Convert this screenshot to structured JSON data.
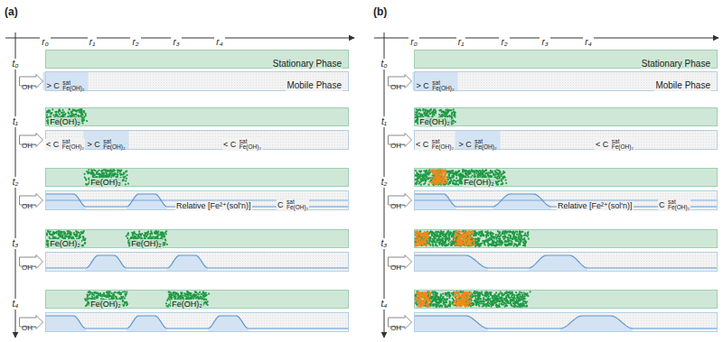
{
  "diagram": {
    "nodes": [
      {
        "text": [
          "Stationary Phase"
        ]
      },
      {
        "text": [
          "OH⁻"
        ]
      },
      {
        "text": [
          "Mobile Phase"
        ]
      },
      {
        "text": [
          "> C sat Fe(OH)₂"
        ],
        "in": 2
      },
      {
        "text": [
          "Fe(OH)₂"
        ]
      },
      {
        "text": [
          "OH⁻"
        ]
      },
      {
        "text": [
          "< C sat Fe(OH)₂",
          "< C sat Fe(OH)₂"
        ]
      },
      {
        "text": [
          "> C sat Fe(OH)₂"
        ],
        "in": 6
      },
      {
        "text": [
          "Fe(OH)₂"
        ]
      },
      {
        "text": [
          "OH⁻"
        ]
      },
      {
        "text": [
          "Relative [Fe²⁺(sol'n)]",
          "C sat Fe(OH)₂"
        ]
      },
      {
        "text": [
          "Fe(OH)₂",
          "Fe(OH)₂"
        ]
      },
      {
        "text": [
          "OH⁻"
        ]
      },
      {
        "text": [
          "Fe(OH)₂",
          "Fe(OH)₂"
        ]
      },
      {
        "text": [
          "OH⁻"
        ]
      },
      {
        "text": [
          "Stationary Phase"
        ]
      },
      {
        "text": [
          "OH⁻"
        ]
      },
      {
        "text": [
          "Mobile Phase"
        ]
      },
      {
        "text": [
          "> C sat Fe(OH)₂"
        ],
        "in": 17
      },
      {
        "text": [
          "Fe(OH)₂"
        ]
      },
      {
        "text": [
          "OH⁻"
        ]
      },
      {
        "text": [
          "< C sat Fe(OH)₂",
          "< C sat Fe(OH)₂"
        ]
      },
      {
        "text": [
          "> C sat Fe(OH)₂"
        ],
        "in": 21
      },
      {
        "text": [
          "Fe(OH)₂"
        ]
      },
      {
        "text": [
          "OH⁻"
        ]
      },
      {
        "text": [
          "Relative [Fe²⁺(sol'n)]",
          "C sat Fe(OH)₂"
        ]
      },
      {
        "text": [
          "OH⁻"
        ]
      },
      {
        "text": [
          "OH⁻"
        ]
      }
    ],
    "labels": [
      "(a)",
      "r₀",
      "r₁",
      "r₂",
      "r₃",
      "r₄",
      "t₀",
      "t₁",
      "t₂",
      "t₃",
      "t₄",
      "(b)",
      "r₀",
      "r₁",
      "r₂",
      "r₃",
      "r₄",
      "t₀",
      "t₁",
      "t₂",
      "t₃",
      "t₄"
    ]
  }
}
